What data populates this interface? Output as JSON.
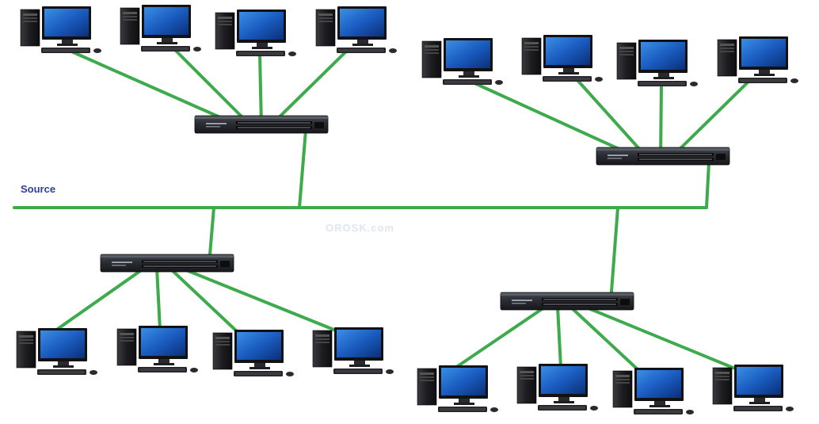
{
  "labels": {
    "source": "Source",
    "watermark": "OROSK.com"
  },
  "colors": {
    "cable": "#3daa4b",
    "label": "#2e3f93",
    "switch_body": "#2a2d33",
    "monitor_screen": "#1f5fbf",
    "tower": "#1b1b1d"
  },
  "topology": {
    "backbone": "source-bus",
    "segments": [
      {
        "id": "top-left",
        "switch": "switch-1",
        "computers": 4
      },
      {
        "id": "top-right",
        "switch": "switch-2",
        "computers": 4
      },
      {
        "id": "bottom-left",
        "switch": "switch-3",
        "computers": 4
      },
      {
        "id": "bottom-right",
        "switch": "switch-4",
        "computers": 4
      }
    ]
  }
}
